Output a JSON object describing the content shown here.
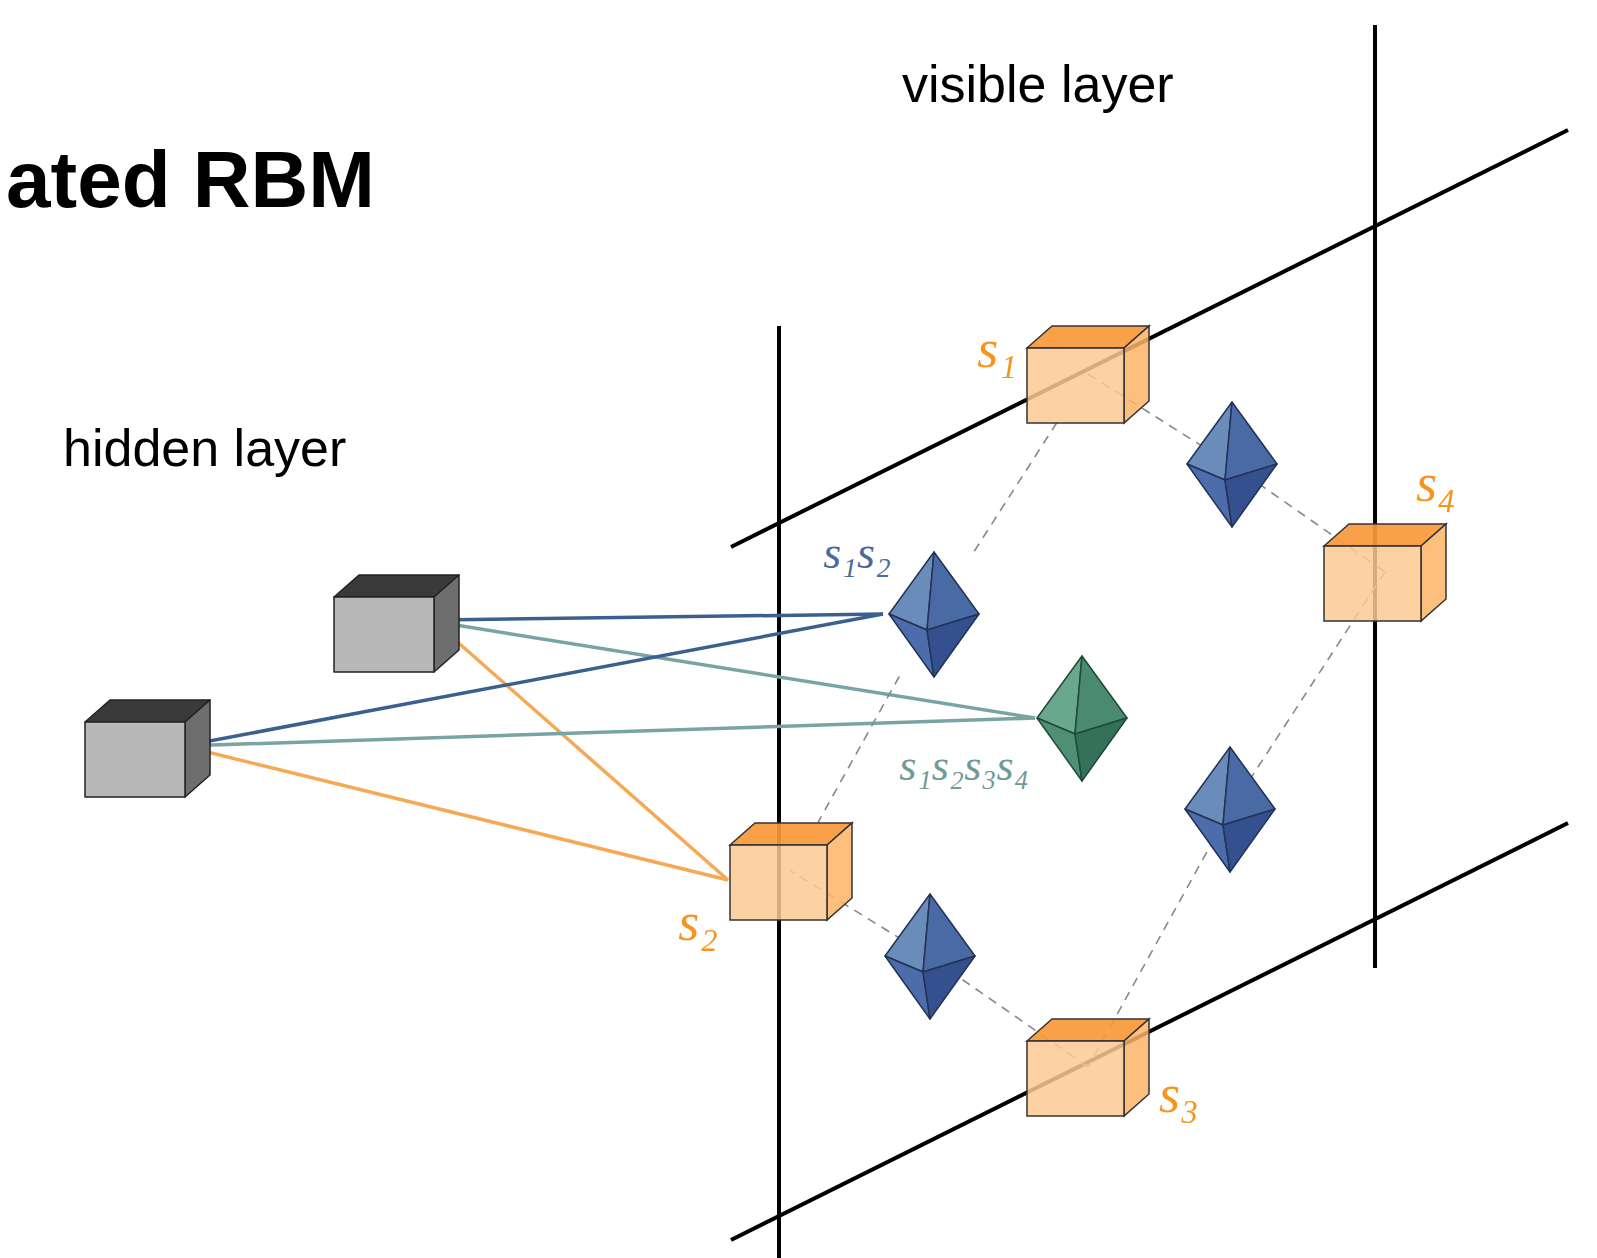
{
  "diagram": {
    "title": "ated RBM",
    "nodes": [
      {
        "text": [
          "s₁"
        ]
      },
      {
        "text": [
          "s₁s₂"
        ]
      },
      {
        "text": [
          "s₄"
        ]
      },
      {
        "text": [
          "s₁s₂s₃s₄"
        ]
      },
      {
        "text": [
          "s₂"
        ]
      },
      {
        "text": [
          "s₃"
        ]
      }
    ],
    "edges": [
      {
        "from": 0,
        "to": 1,
        "arrow": "none"
      },
      {
        "from": 1,
        "to": 4,
        "arrow": "none"
      }
    ],
    "labels": [
      "visible layer",
      "hidden layer"
    ]
  }
}
